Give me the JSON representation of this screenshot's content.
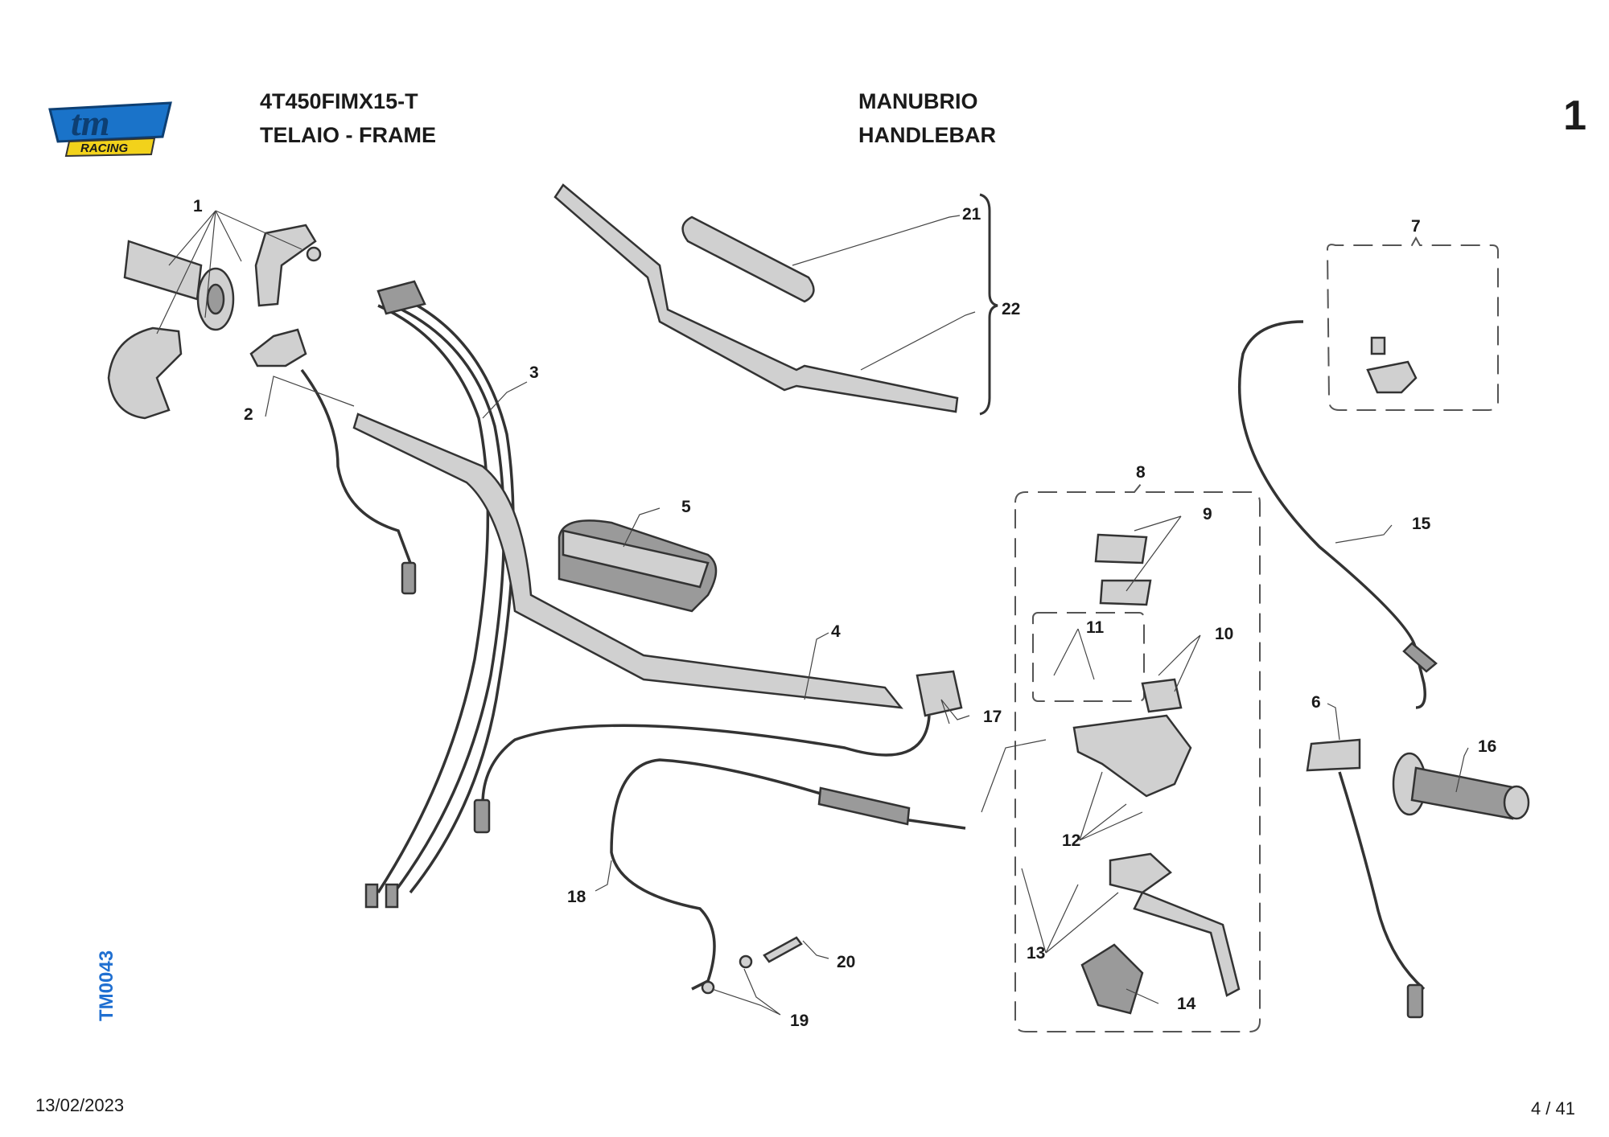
{
  "header": {
    "model": "4T450FIMX15-T",
    "frame": "TELAIO - FRAME",
    "section_it": "MANUBRIO",
    "section_en": "HANDLEBAR",
    "page_number": "1"
  },
  "logo": {
    "main": "tm",
    "sub": "RACING",
    "colors": {
      "primary": "#1a73c9",
      "secondary": "#f2d21b"
    }
  },
  "side_code": "TM0043",
  "footer": {
    "date": "13/02/2023",
    "pages": "4 / 41"
  },
  "callouts": [
    "1",
    "2",
    "3",
    "4",
    "5",
    "6",
    "7",
    "8",
    "9",
    "10",
    "11",
    "12",
    "13",
    "14",
    "15",
    "16",
    "17",
    "18",
    "19",
    "20",
    "21",
    "22"
  ]
}
